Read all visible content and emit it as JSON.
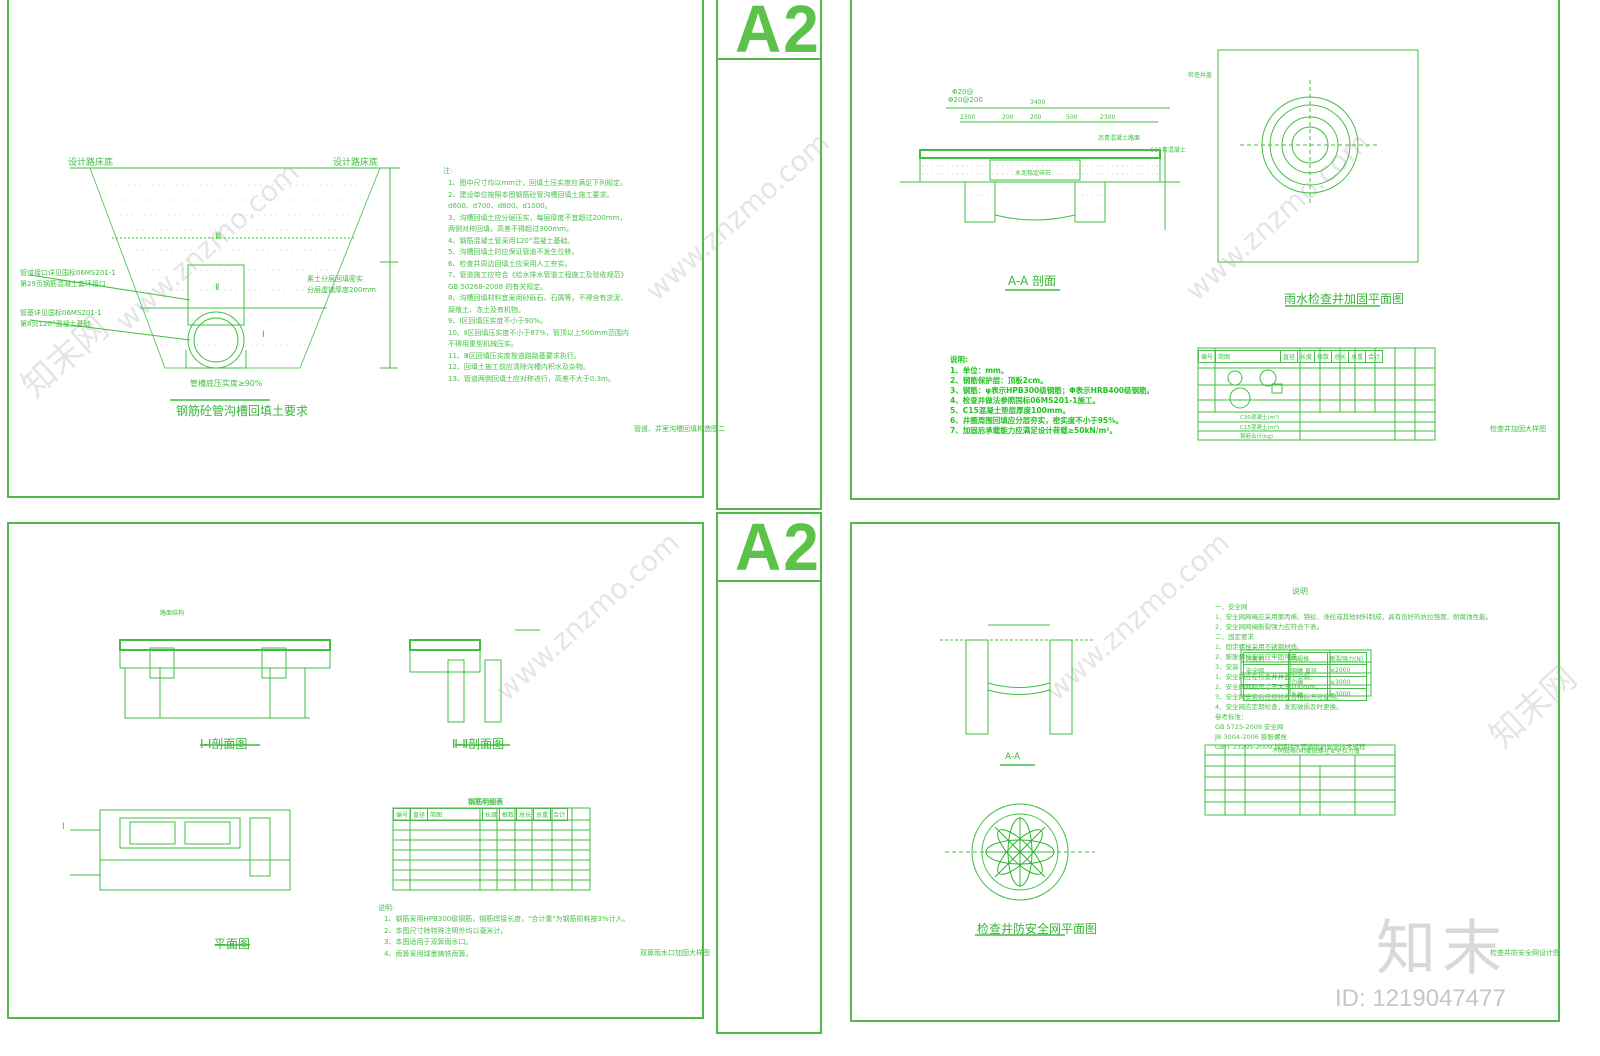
{
  "sheet_size_label": "A2",
  "sheets": {
    "top_left": {
      "drawing_title": "钢筋砼管沟槽回填土要求",
      "labels": {
        "design_ground_left": "设计路床底",
        "design_ground_right": "设计路床底",
        "zone_3": "Ⅲ",
        "zone_2": "Ⅱ",
        "zone_1": "Ⅰ",
        "left_note_1": "管道接口详见国标06MS201-1",
        "left_note_2": "第29页钢筋混凝土套环接口",
        "left_note_3": "管基详见国标06MS201-1",
        "left_note_4": "第8页120°混凝土基础",
        "right_note_1": "素土分层回填密实",
        "right_note_2": "分层虚铺厚度200mm",
        "bottom_note": "管槽底压实度≥90%"
      },
      "notes_header": "注:",
      "notes_body": "1、图中尺寸均以mm计，回填土压实度应满足下列规定。\n2、建设单位按照本图钢筋砼管沟槽回填土施工要求。\nd600、d700、d800、d1000。\n3、沟槽回填土应分层压实，每层厚度不宜超过200mm，\n    两侧对称回填，高差不得超过300mm。\n4、钢筋混凝土管采用120°混凝土基础。\n5、沟槽回填土时应保证管道不发生位移。\n6、检查井周边回填土应采用人工夯实。\n7、管道施工应符合《给水排水管道工程施工及验收规范》\n    GB 50268-2008 的有关规定。\n8、沟槽回填材料宜采用砂砾石、石屑等，不得含有淤泥、\n    腐殖土、冻土及有机物。\n9、Ⅰ区回填压实度不小于90%。\n10、Ⅱ区回填压实度不小于87%，管顶以上500mm范围内\n     不得用重型机械压实。\n11、Ⅲ区回填压实度按道路路基要求执行。\n12、回填土施工前应清除沟槽内积水及杂物。\n13、管道两侧回填土应对称进行，高差不大于0.3m。",
      "title_block_text": "管道、井室沟槽回填构造图二"
    },
    "top_right": {
      "section_title": "A-A 剖面",
      "plan_title": "雨水检查井加固平面图",
      "top_dim": "3400",
      "dim_segments": [
        "2300",
        "200",
        "200",
        "500",
        "2300"
      ],
      "rebar_tag_1": "Φ20@",
      "rebar_tag_2": "Φ20@200",
      "label_surface": "沥青混凝土路面",
      "label_base": "水泥稳定碎石",
      "label_right": "C15素混凝土",
      "label_plan": "检查井盖",
      "notes_header": "说明:",
      "notes_body": "1、单位：mm。\n2、钢筋保护层：顶板2cm。\n3、钢筋：φ表示HPB300级钢筋；Φ表示HRB400级钢筋。\n4、检查井做法参照国标06MS201-1施工。\n5、C15混凝土垫层厚度100mm。\n6、井圈周围回填应分层夯实，密实度不小于95%。\n7、加固后承载能力应满足设计荷载≥50kN/m²。",
      "table_header": [
        "编号",
        "简图",
        "直径",
        "长度",
        "根数",
        "总长",
        "总重",
        "合计"
      ],
      "table_summary_1": "C30混凝土(m³)",
      "table_summary_2": "C15混凝土(m³)",
      "table_summary_3": "钢筋合计(kg)",
      "title_block_text": "检查井加固大样图"
    },
    "bottom_left": {
      "section_1_title": "Ⅰ-Ⅰ剖面图",
      "section_2_title": "Ⅱ-Ⅱ剖面图",
      "plan_title": "平面图",
      "table_title": "钢筋明细表",
      "table_header": [
        "编号",
        "直径",
        "简图",
        "长度",
        "根数",
        "总长",
        "总重",
        "合计"
      ],
      "notes_header": "说明:",
      "notes_body": "1、钢筋采用HPB300级钢筋，钢筋焊接长度，\"合计重\"为钢筋损耗按3%计入。\n2、本图尺寸除特殊注明外均以毫米计。\n3、本图适用于双箅雨水口。\n4、雨箅采用球墨铸铁雨箅。",
      "label_top_left": "路面结构",
      "label_section_mark": "Ⅰ",
      "title_block_text": "双箅雨水口加固大样图"
    },
    "bottom_right": {
      "section_title": "A-A",
      "plan_title": "检查井防安全网平面图",
      "notes_header": "说明",
      "notes_body": "一、安全网\n1、安全网网绳应采用聚丙烯、锦纶、涤纶或其他材料制成，具有良好的抗拉强度、耐腐蚀性能。\n2、安全网网绳断裂强力应符合下表。\n二、固定要求\n1、固定螺栓采用不锈钢材质。\n2、膨胀螺栓安装应牢固可靠。\n3、安装\n1、安全网应在检查井井盖下安装。\n2、安全网网眼尺寸不大于100mm。\n3、安全网安装后应经验收合格后方可使用。\n4、安全网应定期检查，发现破损及时更换。\n参考标准：\nGB 5725-2009  安全网\nJB 3004-2006  膨胀螺栓\nGB/T 23295-2009  城镇排水管道维护安全技术规程",
      "table_1_header": [
        "网类别",
        "网规格",
        "断裂强力(N)"
      ],
      "table_1_rows": [
        [
          "安全网",
          "网绳 直径",
          "≥2000"
        ],
        [
          "",
          "边绳",
          "≥3000"
        ],
        [
          "",
          "系绳",
          "≥3000"
        ]
      ],
      "table_2_title": "不同规格(M)膨胀螺栓安全拉力值",
      "title_block_text": "检查井防安全网设计图"
    }
  },
  "watermarks": {
    "text": "www.znzmo.com",
    "cn_text": "知末网",
    "logo": "知末",
    "id": "ID: 1219047477"
  },
  "colors": {
    "line": "#52b84a",
    "text": "#3db83d",
    "note_green": "#1fc41f"
  }
}
